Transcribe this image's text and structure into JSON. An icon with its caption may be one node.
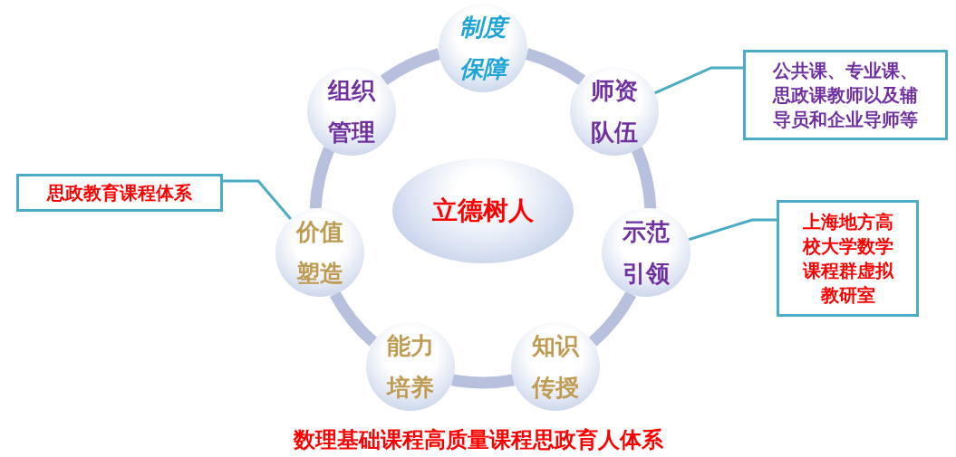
{
  "diagram": {
    "caption": "数理基础课程高质量课程思政育人体系",
    "nodes": [
      {
        "text": [
          "制度保障"
        ]
      },
      {
        "text": [
          "组织管理"
        ]
      },
      {
        "text": [
          "师资队伍"
        ]
      },
      {
        "text": [
          "公共课、专业课、思政课教师以及辅导员和企业导师等"
        ]
      },
      {
        "text": [
          "思政教育课程体系"
        ]
      },
      {
        "text": [
          "价值塑造"
        ]
      },
      {
        "text": [
          "立德树人"
        ]
      },
      {
        "text": [
          "示范引领"
        ]
      },
      {
        "text": [
          "上海地方高校大学数学课程群虚拟教研室"
        ]
      },
      {
        "text": [
          "能力培养"
        ]
      },
      {
        "text": [
          "知识传授"
        ]
      }
    ],
    "edges": [
      {
        "from": 0,
        "to": 2,
        "arrow": "none"
      },
      {
        "from": 2,
        "to": 7,
        "arrow": "none"
      },
      {
        "from": 7,
        "to": 10,
        "arrow": "none"
      },
      {
        "from": 10,
        "to": 9,
        "arrow": "none"
      },
      {
        "from": 9,
        "to": 5,
        "arrow": "none"
      },
      {
        "from": 5,
        "to": 1,
        "arrow": "none"
      },
      {
        "from": 1,
        "to": 0,
        "arrow": "none"
      },
      {
        "from": 3,
        "to": 2,
        "arrow": "none",
        "color": "#4bacc6"
      },
      {
        "from": 8,
        "to": 7,
        "arrow": "none",
        "color": "#4bacc6"
      },
      {
        "from": 4,
        "to": 5,
        "arrow": "none",
        "color": "#4bacc6"
      }
    ]
  }
}
